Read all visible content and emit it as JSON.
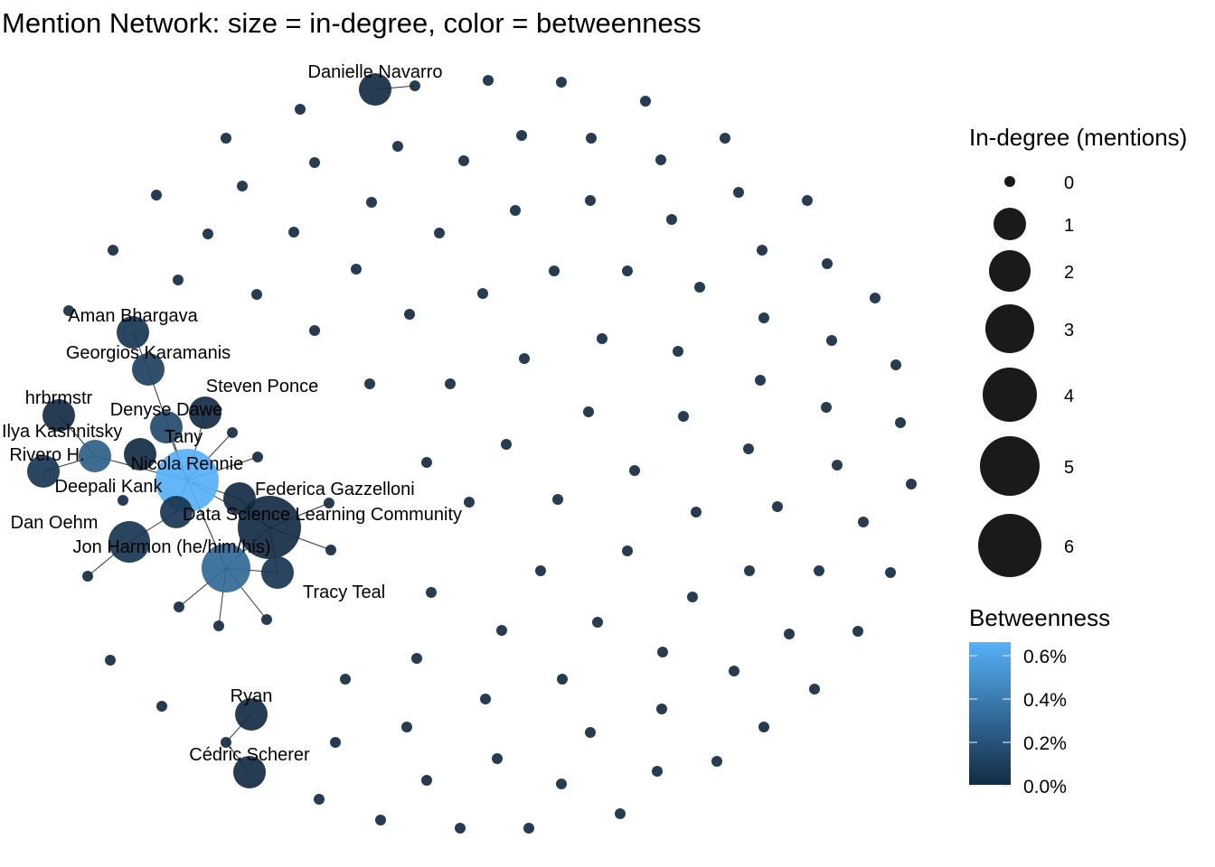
{
  "title": "Mention Network: size = in-degree, color = betweenness",
  "legend": {
    "size_title": "In-degree (mentions)",
    "size_levels": [
      "0",
      "1",
      "2",
      "3",
      "4",
      "5",
      "6"
    ],
    "color_title": "Betweenness",
    "color_ticks": [
      "0.6%",
      "0.4%",
      "0.2%",
      "0.0%"
    ],
    "color_low": "#132B43",
    "color_high": "#56B1F7"
  },
  "nodes": [
    {
      "label": "Danielle Navarro",
      "in_degree": 1,
      "betweenness": 0.0
    },
    {
      "label": "Aman Bhargava",
      "in_degree": 1,
      "betweenness": 0.05
    },
    {
      "label": "Georgios Karamanis",
      "in_degree": 1,
      "betweenness": 0.1
    },
    {
      "label": "hrbrmstr",
      "in_degree": 1,
      "betweenness": 0.0
    },
    {
      "label": "Steven Ponce",
      "in_degree": 1,
      "betweenness": 0.0
    },
    {
      "label": "Denyse Dawe",
      "in_degree": 1,
      "betweenness": 0.15
    },
    {
      "label": "Tany",
      "in_degree": 1,
      "betweenness": 0.0
    },
    {
      "label": "Ilya Kashnitsky",
      "in_degree": 1,
      "betweenness": 0.25
    },
    {
      "label": "Rivero H.",
      "in_degree": 1,
      "betweenness": 0.05
    },
    {
      "label": "Nicola Rennie",
      "in_degree": 6,
      "betweenness": 0.65
    },
    {
      "label": "Federica Gazzelloni",
      "in_degree": 1,
      "betweenness": 0.0
    },
    {
      "label": "Deepali Kank",
      "in_degree": 1,
      "betweenness": 0.05
    },
    {
      "label": "Data Science Learning Community",
      "in_degree": 6,
      "betweenness": 0.0
    },
    {
      "label": "Dan Oehm",
      "in_degree": 2,
      "betweenness": 0.05
    },
    {
      "label": "Jon Harmon (he/him/his)",
      "in_degree": 3,
      "betweenness": 0.3
    },
    {
      "label": "Tracy Teal",
      "in_degree": 1,
      "betweenness": 0.05
    },
    {
      "label": "Ryan",
      "in_degree": 1,
      "betweenness": 0.0
    },
    {
      "label": "Cédric Scherer",
      "in_degree": 1,
      "betweenness": 0.0
    }
  ]
}
